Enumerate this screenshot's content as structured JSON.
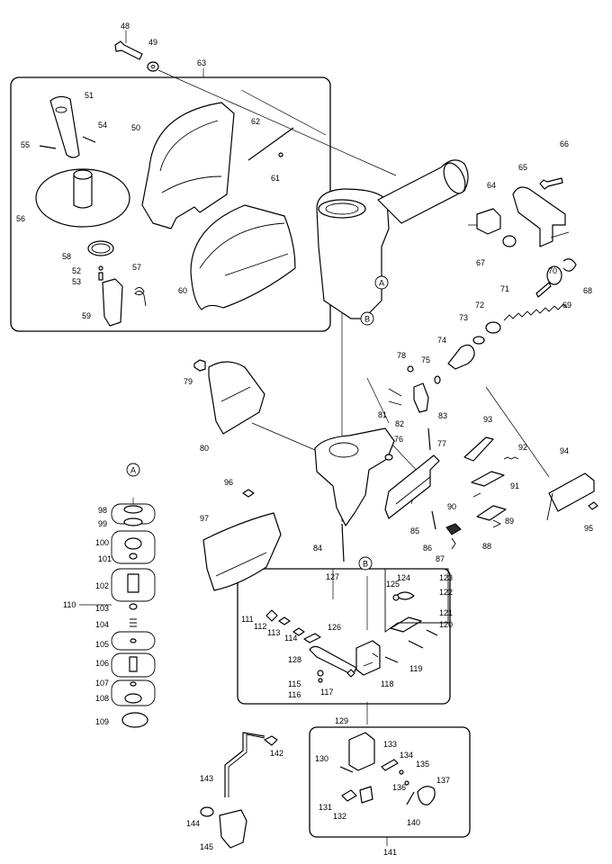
{
  "parts": [
    {
      "no": "48"
    },
    {
      "no": "49"
    },
    {
      "no": "63"
    },
    {
      "no": "51"
    },
    {
      "no": "54"
    },
    {
      "no": "55"
    },
    {
      "no": "50"
    },
    {
      "no": "62"
    },
    {
      "no": "61"
    },
    {
      "no": "56"
    },
    {
      "no": "58"
    },
    {
      "no": "52"
    },
    {
      "no": "53"
    },
    {
      "no": "57"
    },
    {
      "no": "59"
    },
    {
      "no": "60"
    },
    {
      "no": "66"
    },
    {
      "no": "65"
    },
    {
      "no": "64"
    },
    {
      "no": "67"
    },
    {
      "no": "68"
    },
    {
      "no": "70"
    },
    {
      "no": "69"
    },
    {
      "no": "71"
    },
    {
      "no": "72"
    },
    {
      "no": "73"
    },
    {
      "no": "74"
    },
    {
      "no": "75"
    },
    {
      "no": "78"
    },
    {
      "no": "79"
    },
    {
      "no": "81"
    },
    {
      "no": "82"
    },
    {
      "no": "83"
    },
    {
      "no": "80"
    },
    {
      "no": "76"
    },
    {
      "no": "77"
    },
    {
      "no": "93"
    },
    {
      "no": "92"
    },
    {
      "no": "94"
    },
    {
      "no": "91"
    },
    {
      "no": "90"
    },
    {
      "no": "89"
    },
    {
      "no": "88"
    },
    {
      "no": "95"
    },
    {
      "no": "96"
    },
    {
      "no": "97"
    },
    {
      "no": "85"
    },
    {
      "no": "86"
    },
    {
      "no": "87"
    },
    {
      "no": "84"
    },
    {
      "no": "98"
    },
    {
      "no": "99"
    },
    {
      "no": "100"
    },
    {
      "no": "101"
    },
    {
      "no": "102"
    },
    {
      "no": "103"
    },
    {
      "no": "104"
    },
    {
      "no": "105"
    },
    {
      "no": "106"
    },
    {
      "no": "107"
    },
    {
      "no": "108"
    },
    {
      "no": "109"
    },
    {
      "no": "110"
    },
    {
      "no": "127"
    },
    {
      "no": "124"
    },
    {
      "no": "123"
    },
    {
      "no": "125"
    },
    {
      "no": "122"
    },
    {
      "no": "121"
    },
    {
      "no": "120"
    },
    {
      "no": "111"
    },
    {
      "no": "112"
    },
    {
      "no": "113"
    },
    {
      "no": "114"
    },
    {
      "no": "126"
    },
    {
      "no": "128"
    },
    {
      "no": "115"
    },
    {
      "no": "116"
    },
    {
      "no": "117"
    },
    {
      "no": "118"
    },
    {
      "no": "119"
    },
    {
      "no": "129"
    },
    {
      "no": "142"
    },
    {
      "no": "143"
    },
    {
      "no": "144"
    },
    {
      "no": "145"
    },
    {
      "no": "133"
    },
    {
      "no": "130"
    },
    {
      "no": "134"
    },
    {
      "no": "135"
    },
    {
      "no": "136"
    },
    {
      "no": "137"
    },
    {
      "no": "131"
    },
    {
      "no": "132"
    },
    {
      "no": "140"
    },
    {
      "no": "141"
    }
  ],
  "callouts": [
    {
      "id": "a-top",
      "letter": "A"
    },
    {
      "id": "b-top",
      "letter": "B"
    },
    {
      "id": "a-left",
      "letter": "A"
    },
    {
      "id": "b-mid",
      "letter": "B"
    }
  ]
}
